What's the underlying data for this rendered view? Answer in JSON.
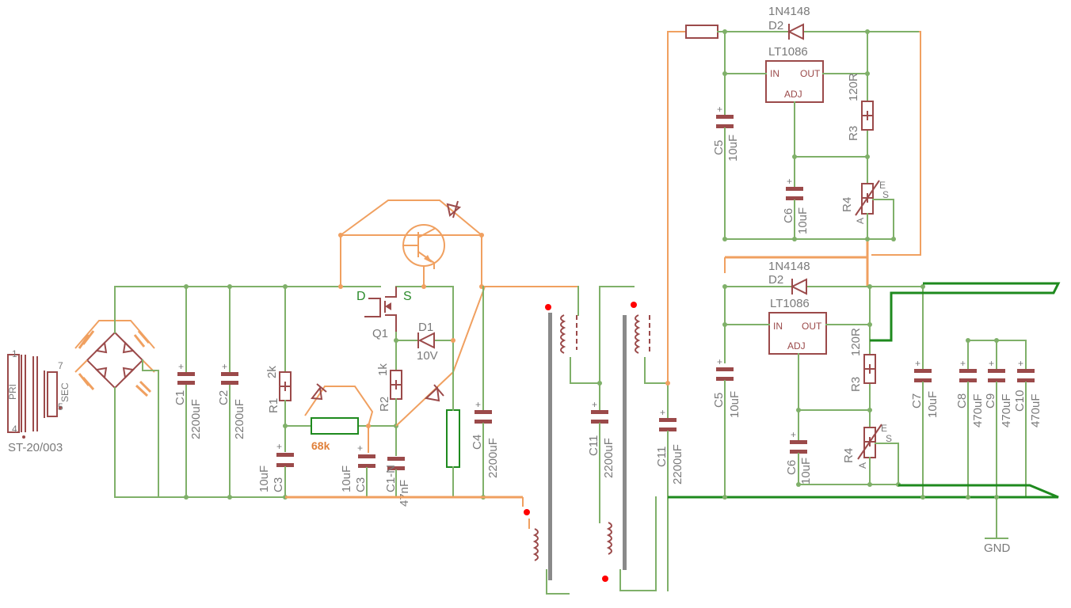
{
  "labels": {
    "transformer": "ST-20/003",
    "t_pin1": "1",
    "t_pin4": "4",
    "t_pin7": "7",
    "t_pin5": "5",
    "t_pri": "PRI",
    "t_sec": "SEC",
    "c1_name": "C1",
    "c1_val": "2200uF",
    "c2_name": "C2",
    "c2_val": "2200uF",
    "r1_name": "R1",
    "r1_val": "2k",
    "c3a_name": "C3",
    "c3a_val": "10uF",
    "r68k": "68k",
    "c3b_name": "C3",
    "c3b_val": "10uF",
    "q1_name": "Q1",
    "q1_d": "D",
    "q1_s": "S",
    "d1_name": "D1",
    "d1_val": "10V",
    "r2_name": "R2",
    "r2_val": "1k",
    "c1n_name": "C1-N",
    "c1n_val": "47nF",
    "c4_name": "C4",
    "c4_val": "2200uF",
    "ca_name": "C11",
    "ca_val": "2200uF",
    "cb_name": "C11",
    "cb_val": "2200uF",
    "top_d2_part": "1N4148",
    "top_d2_name": "D2",
    "top_ic": "LT1086",
    "top_in": "IN",
    "top_out": "OUT",
    "top_adj": "ADJ",
    "top_r3_name": "R3",
    "top_r3_val": "120R",
    "top_c5_name": "C5",
    "top_c5_val": "10uF",
    "top_c6_name": "C6",
    "top_c6_val": "10uF",
    "top_r4_name": "R4",
    "top_r4_e": "E",
    "top_r4_s": "S",
    "top_r4_a": "A",
    "bot_d2_part": "1N4148",
    "bot_d2_name": "D2",
    "bot_ic": "LT1086",
    "bot_in": "IN",
    "bot_out": "OUT",
    "bot_adj": "ADJ",
    "bot_r3_name": "R3",
    "bot_r3_val": "120R",
    "bot_c5_name": "C5",
    "bot_c5_val": "10uF",
    "bot_c6_name": "C6",
    "bot_c6_val": "10uF",
    "bot_r4_name": "R4",
    "bot_r4_e": "E",
    "bot_r4_s": "S",
    "bot_r4_a": "A",
    "c7_name": "C7",
    "c7_val": "10uF",
    "c8_name": "C8",
    "c8_val": "470uF",
    "c9_name": "C9",
    "c9_val": "470uF",
    "c10_name": "C10",
    "c10_val": "470uF",
    "gnd": "GND"
  },
  "colors": {
    "wire": "#7fb069",
    "added_wire": "#f0a060",
    "output_wire": "#1e8a1e",
    "component": "#9b4a4a",
    "label": "#7a7a7a",
    "dot": "#ff0000"
  }
}
